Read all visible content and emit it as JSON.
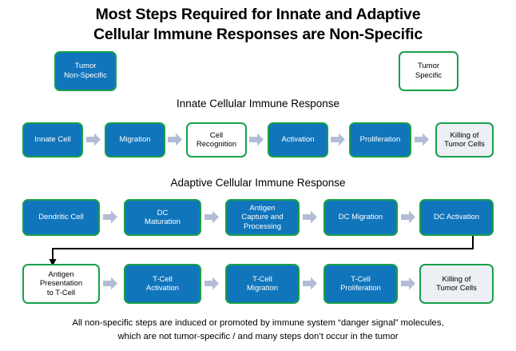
{
  "title": {
    "line1": "Most Steps Required for Innate and Adaptive",
    "line2": "Cellular Immune Responses are Non-Specific"
  },
  "legend": [
    {
      "label": "Tumor\nNon-Specific",
      "style": "blue"
    },
    {
      "label": "Tumor\nSpecific",
      "style": "white"
    }
  ],
  "sections": [
    {
      "heading": "Innate Cellular Immune Response"
    },
    {
      "heading": "Adaptive Cellular Immune Response"
    }
  ],
  "innate_row": [
    {
      "label": "Innate  Cell",
      "style": "blue"
    },
    {
      "label": "Migration",
      "style": "blue"
    },
    {
      "label": "Cell\nRecognition",
      "style": "white"
    },
    {
      "label": "Activation",
      "style": "blue"
    },
    {
      "label": "Proliferation",
      "style": "blue"
    },
    {
      "label": "Killing  of\nTumor  Cells",
      "style": "grey"
    }
  ],
  "adaptive_row_1": [
    {
      "label": "Dendritic  Cell",
      "style": "blue"
    },
    {
      "label": "DC\nMaturation",
      "style": "blue"
    },
    {
      "label": "Antigen\nCapture  and\nProcessing",
      "style": "blue"
    },
    {
      "label": "DC Migration",
      "style": "blue"
    },
    {
      "label": "DC Activation",
      "style": "blue"
    }
  ],
  "adaptive_row_2": [
    {
      "label": "Antigen\nPresentation\nto T-Cell",
      "style": "white"
    },
    {
      "label": "T-Cell\nActivation",
      "style": "blue"
    },
    {
      "label": "T-Cell\nMigration",
      "style": "blue"
    },
    {
      "label": "T-Cell\nProliferation",
      "style": "blue"
    },
    {
      "label": "Killing  of\nTumor  Cells",
      "style": "grey"
    }
  ],
  "footer": {
    "line1": "All non-specific steps are induced or promoted by immune  system “danger signal” molecules,",
    "line2": "which are not tumor-specific / and many steps don’t occur in the tumor"
  },
  "colors": {
    "blue_fill": "#1175bc",
    "green_border": "#17a04a",
    "grey_fill": "#eceff4",
    "arrow_fill": "#b3bcd6",
    "connector": "#000000",
    "text_light": "#ffffff",
    "text_dark": "#000000"
  },
  "icons": {
    "flow_arrow": "right-arrow-icon",
    "elbow": "elbow-connector-icon"
  }
}
